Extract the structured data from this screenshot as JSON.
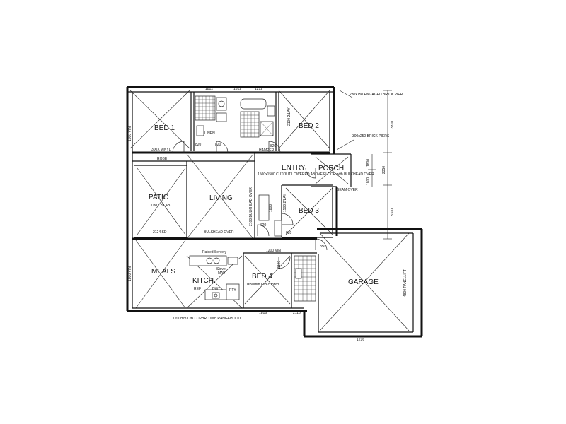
{
  "rooms": {
    "bed1": "BED 1",
    "bed2": "BED 2",
    "bed3": "BED 3",
    "bed4": "BED 4",
    "entry": "ENTRY",
    "porch": "PORCH",
    "patio": "PATIO",
    "living": "LIVING",
    "meals": "MEALS",
    "kitchen": "KITCH.",
    "garage": "GARAGE"
  },
  "notes": {
    "engaged_pier": "230x150 ENGAGED BRICK PIER",
    "brick_piers": "300x250 BRICK PIERS",
    "vinyl": "300X VINYL",
    "robe": "ROBE",
    "hamper": "HAMPER",
    "linen": "LINEN",
    "entry_note": "1500x1500 CUTOUT LOWERED ABOVE FLOOR with BULKHEAD OVER",
    "bulkhead": "BULKHEAD OVER",
    "beam_over": "BEAM OVER",
    "raised_servery": "Raised Servery",
    "bed4_note": "1650mm C/B cupbrd.",
    "kitchen_note": "1200mm C/B CUPBRD with RANGEHOOD",
    "patio_note": "CONC. SLAB",
    "pantry": "PTY",
    "fridge": "REF",
    "dw": "DW",
    "mw": "M/W",
    "stove": "Stove"
  },
  "dimensions": {
    "top_1": "1812",
    "top_2": "1812",
    "top_3": "1212",
    "fws": "FWS",
    "bottom_1": "1816",
    "bottom_2": "2116",
    "bottom_3": "1216",
    "side_1": "3310",
    "side_2": "2350",
    "side_3": "3300",
    "side_4": "1800",
    "side_5": "1800",
    "d820a": "820",
    "d820b": "820",
    "d820c": "820",
    "d620": "620",
    "d820d": "820",
    "d850": "850",
    "bed1_win": "1800 VIN",
    "bed2_win": "2100 2/LAY",
    "patio_win": "2124 SD",
    "living_win": "2100 BULKHEAD OVER",
    "bed3_win": "1500 2/LAY",
    "meals_win": "1800 VIN",
    "garage_door": "4800 PANELLIFT",
    "bed4_win": "1200 VIN",
    "d2100": "2100",
    "d1800": "1800"
  }
}
